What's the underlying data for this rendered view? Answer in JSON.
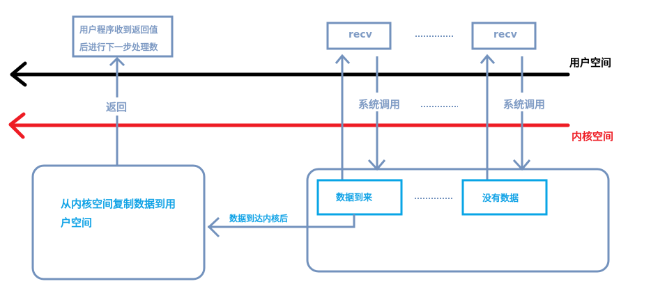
{
  "colors": {
    "line_blue": "#7392bd",
    "box_cyan": "#09a5e6",
    "user_space_line": "#000000",
    "kernel_space_line": "#ee1c24",
    "label_blue": "#7f9bc4",
    "label_cyan": "#12a3e6"
  },
  "spaces": {
    "user_space": "用户空间",
    "kernel_space": "内核空间"
  },
  "user_program_box": {
    "line1": "用户程序收到返回值",
    "line2": "后进行下一步处理数"
  },
  "recv_boxes": [
    "recv",
    "recv"
  ],
  "ellipsis": "..............",
  "labels": {
    "return": "返回",
    "syscall_1": "系统调用",
    "syscall_2": "系统调用",
    "data_arrived_in_kernel": "数据到达内核后"
  },
  "copy_box": {
    "line1": "从内核空间复制数据到用",
    "line2": "户空间"
  },
  "kernel_states": {
    "data_arrived": "数据到来",
    "no_data": "没有数据"
  }
}
